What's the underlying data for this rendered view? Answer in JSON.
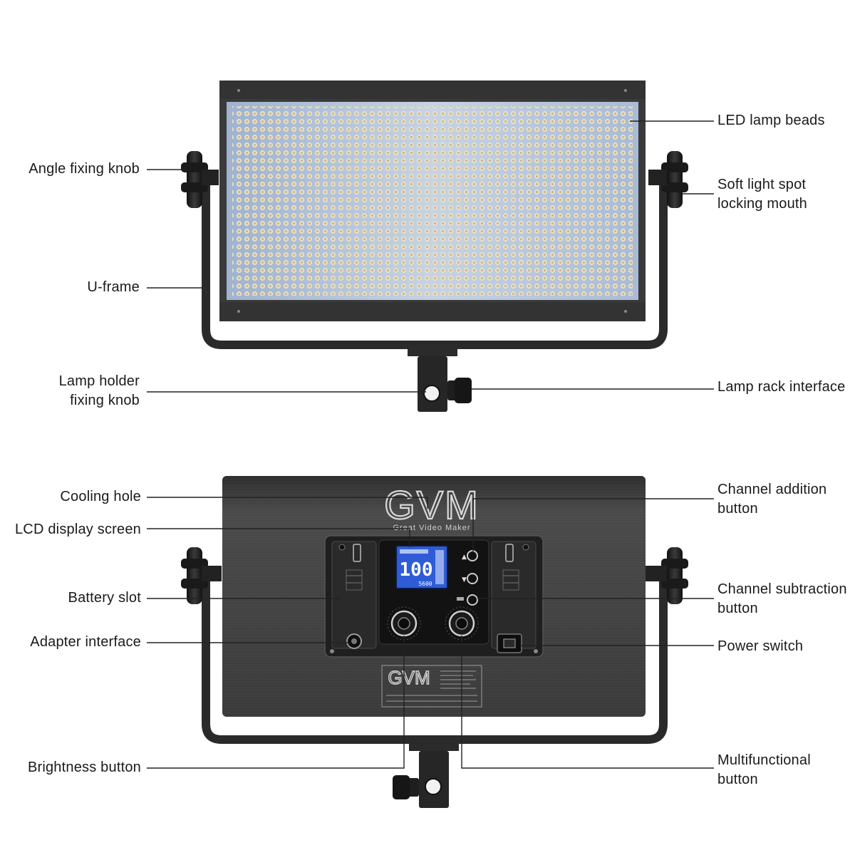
{
  "front_view": {
    "labels": {
      "angle_fixing_knob": "Angle fixing knob",
      "u_frame": "U-frame",
      "lamp_holder_fixing_knob": [
        "Lamp holder",
        "fixing knob"
      ],
      "led_lamp_beads": "LED lamp beads",
      "soft_light_spot_locking_mouth": [
        "Soft light spot",
        "locking mouth"
      ],
      "lamp_rack_interface": "Lamp rack interface"
    }
  },
  "back_view": {
    "brand_logo": "GVM",
    "brand_tagline": "Great Video Maker",
    "lcd": {
      "value": "100",
      "sub_value": "5600"
    },
    "sticker_logo": "GVM",
    "labels": {
      "cooling_hole": "Cooling hole",
      "lcd_display_screen": "LCD display screen",
      "battery_slot": "Battery slot",
      "adapter_interface": "Adapter interface",
      "brightness_button": "Brightness button",
      "channel_addition_button": [
        "Channel addition",
        "button"
      ],
      "channel_subtraction_button": [
        "Channel subtraction",
        "button"
      ],
      "power_switch": "Power switch",
      "multifunctional_button": [
        "Multifunctional",
        "button"
      ]
    }
  },
  "colors": {
    "body": "#3c3c3c",
    "body_dark": "#262626",
    "led_panel": "#b9c8dc",
    "led_bead": "#e7dcc0",
    "lcd_screen": "#2f5cd6",
    "leader_line": "#222222"
  }
}
